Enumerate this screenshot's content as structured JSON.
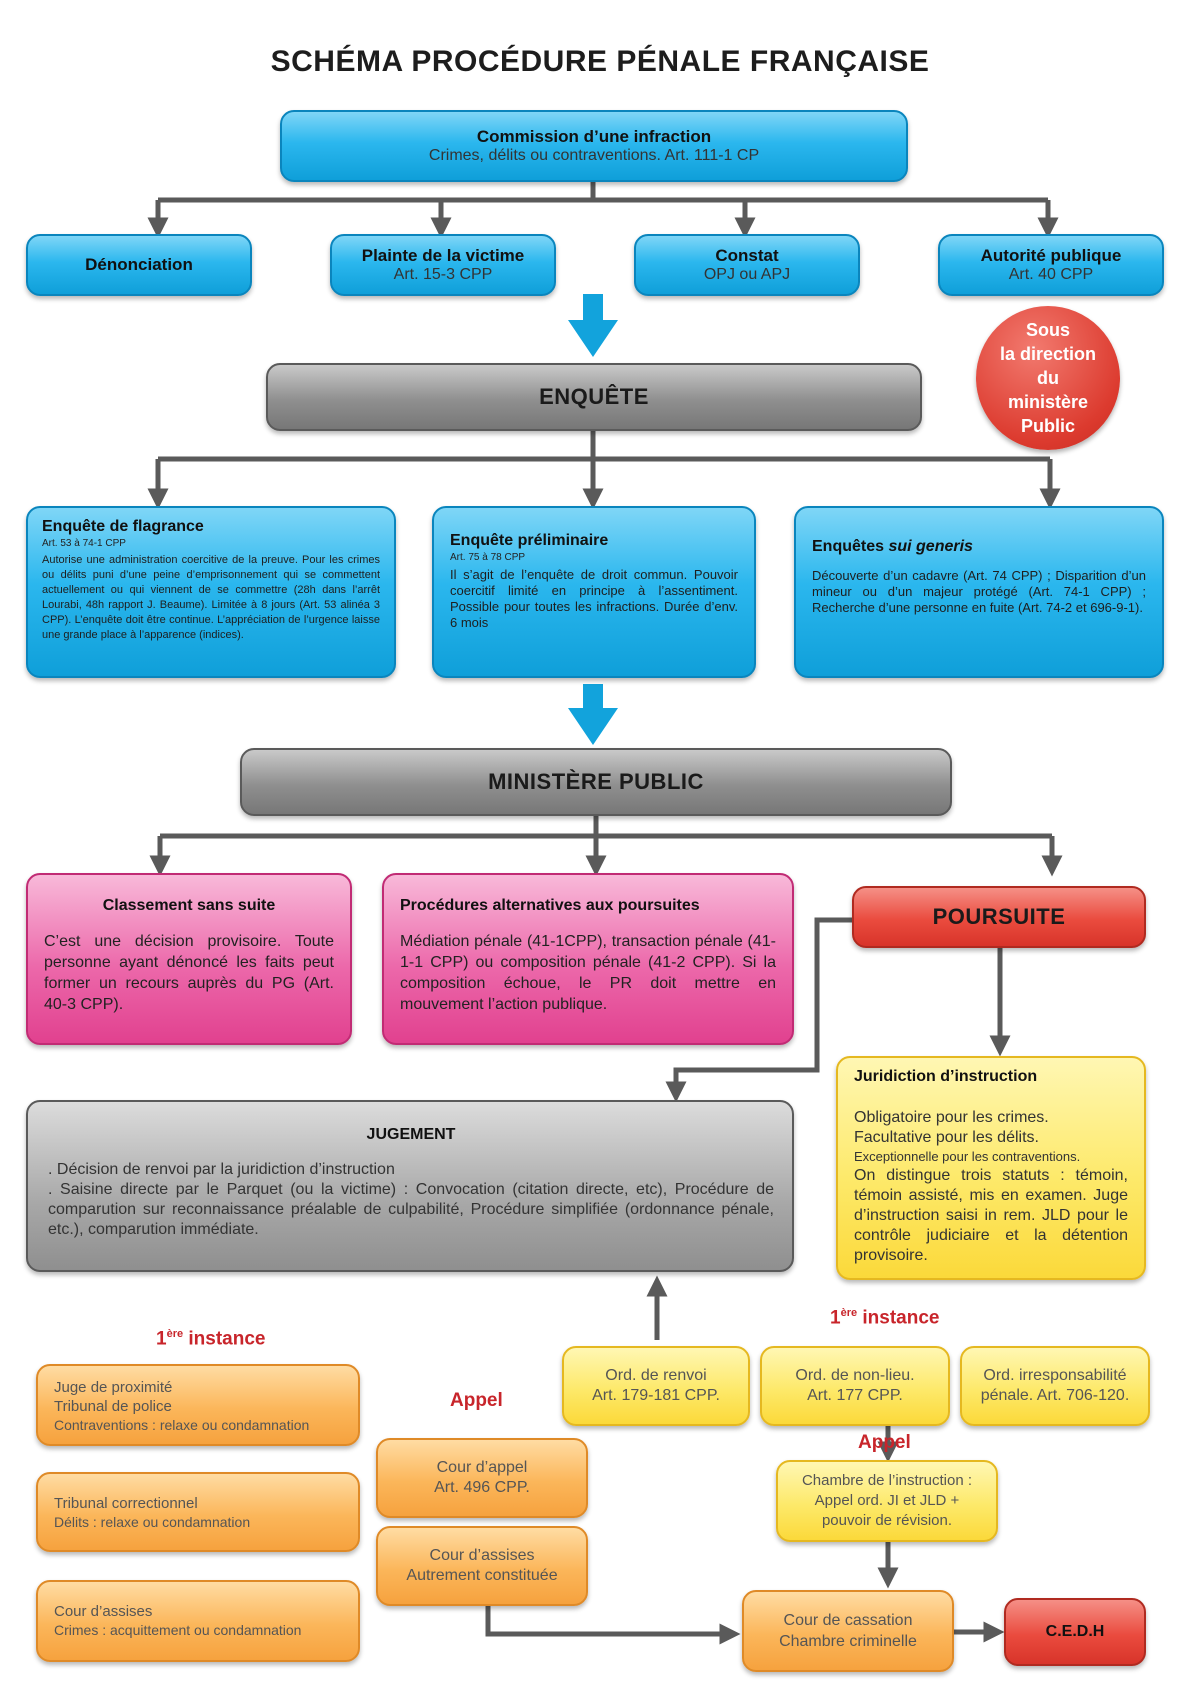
{
  "title": "SCHÉMA PROCÉDURE PÉNALE FRANÇAISE",
  "commission": {
    "title": "Commission d’une infraction",
    "sub": "Crimes, délits ou contraventions. Art. 111-1 CP"
  },
  "sources": [
    {
      "title": "Dénonciation",
      "sub": ""
    },
    {
      "title": "Plainte de la victime",
      "sub": "Art. 15-3 CPP"
    },
    {
      "title": "Constat",
      "sub": "OPJ ou APJ"
    },
    {
      "title": "Autorité publique",
      "sub": "Art. 40 CPP"
    }
  ],
  "direction_badge": [
    "Sous",
    "la direction",
    "du",
    "ministère",
    "Public"
  ],
  "enquete": "ENQUÊTE",
  "enquetes": {
    "flagrance": {
      "title": "Enquête de flagrance",
      "art": "Art. 53 à 74-1 CPP",
      "text": "Autorise une administration coercitive de la preuve. Pour les crimes ou délits puni d’une peine d’emprisonnement qui se commettent actuellement ou qui viennent de se commettre (28h dans l’arrêt Lourabi, 48h rapport J. Beaume). Limitée à 8 jours (Art. 53 alinéa 3 CPP). L’enquête doit être continue. L’appréciation de l’urgence laisse une grande place à l’apparence (indices)."
    },
    "preliminaire": {
      "title": "Enquête préliminaire",
      "art": "Art. 75 à 78 CPP",
      "text": "Il s’agit de l’enquête de droit commun. Pouvoir coercitif limité en principe à l’assentiment. Possible pour toutes les infractions. Durée d’env. 6 mois"
    },
    "generis": {
      "title_a": "Enquêtes ",
      "title_b": "sui generis",
      "text": "Découverte d’un cadavre (Art. 74 CPP) ; Disparition d’un mineur ou d’un majeur protégé (Art. 74-1 CPP) ; Recherche d’une personne en fuite (Art. 74-2 et 696-9-1)."
    }
  },
  "ministere": "MINISTÈRE PUBLIC",
  "classement": {
    "title": "Classement sans suite",
    "text": "C’est une décision provisoire. Toute personne ayant dénoncé les faits peut former un recours auprès du PG (Art. 40-3 CPP)."
  },
  "alternatives": {
    "title": "Procédures alternatives aux poursuites",
    "text": "Médiation pénale (41-1CPP), transaction pénale (41-1-1 CPP) ou composition pénale (41-2 CPP). Si la composition échoue, le PR doit mettre en mouvement l’action publique."
  },
  "poursuite": "POURSUITE",
  "jugement": {
    "title": "JUGEMENT",
    "line1": ". Décision de renvoi par la juridiction d’instruction",
    "line2": ". Saisine directe par le Parquet (ou la victime) : Convocation (citation directe, etc), Procédure de comparution sur reconnaissance préalable de culpabilité, Procédure simplifiée (ordonnance pénale, etc.), comparution immédiate."
  },
  "instruction": {
    "title": "Juridiction d’instruction",
    "l1": "Obligatoire pour les crimes.",
    "l2": "Facultative pour les délits.",
    "l3": "Exceptionnelle pour les contraventions.",
    "l4": "On distingue trois statuts : témoin, témoin assisté, mis en examen. Juge d’instruction saisi in rem. JLD pour le contrôle judiciaire et la détention provisoire."
  },
  "labels": {
    "instance_num": "1",
    "instance_sup": "ère",
    "instance_word": " instance",
    "appel": "Appel"
  },
  "premiere_instance": [
    {
      "l1": "Juge de proximité",
      "l2": "Tribunal de police",
      "l3": "Contraventions : relaxe ou condamnation"
    },
    {
      "l1": "Tribunal correctionnel",
      "l2": "Délits : relaxe ou condamnation"
    },
    {
      "l1": "Cour d’assises",
      "l2": "Crimes : acquittement ou condamnation"
    }
  ],
  "appel_boxes": [
    {
      "l1": "Cour d’appel",
      "l2": "Art. 496 CPP."
    },
    {
      "l1": "Cour d’assises",
      "l2": "Autrement  constituée"
    }
  ],
  "ordonnances": [
    {
      "l1": "Ord. de renvoi",
      "l2": "Art. 179-181 CPP."
    },
    {
      "l1": "Ord. de non-lieu.",
      "l2": "Art. 177 CPP."
    },
    {
      "l1": "Ord. irresponsabilité",
      "l2": "pénale. Art. 706-120."
    }
  ],
  "chambre": {
    "l1": "Chambre de l’instruction :",
    "l2": "Appel ord. JI et JLD +",
    "l3": "pouvoir de révision."
  },
  "cassation": {
    "l1": "Cour de cassation",
    "l2": "Chambre criminelle"
  },
  "cedh": "C.E.D.H",
  "colors": {
    "blue": "#2bb7ee",
    "grey": "#8f8f8f",
    "pink": "#ec68aa",
    "red": "#ea4b3e",
    "yellow": "#fde96a",
    "orange": "#fbb65a",
    "arrow_blue": "#12a3dc",
    "line": "#5a5a5a"
  }
}
